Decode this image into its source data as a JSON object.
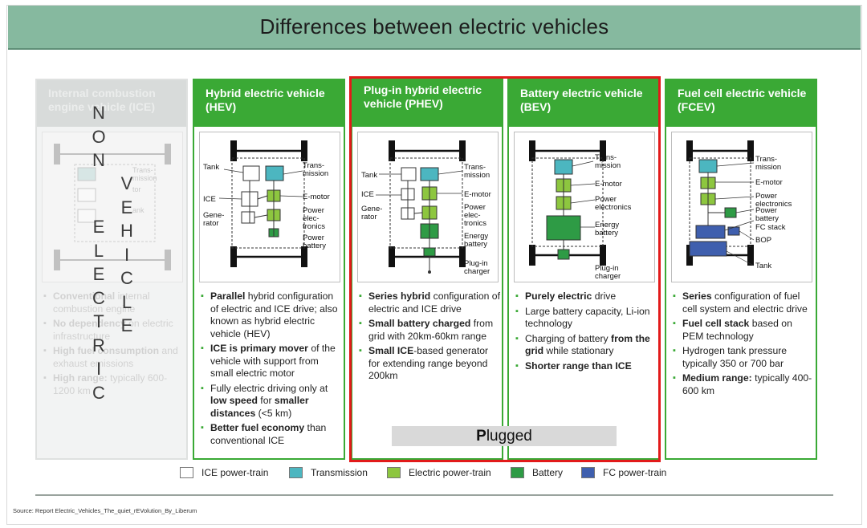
{
  "title": "Differences between electric vehicles",
  "columns": [
    {
      "id": "ice",
      "header": "Internal combustion engine vehicle (ICE)",
      "diagram_labels": [
        "Trans-",
        "mission",
        "tor",
        "ank"
      ],
      "bullets": [
        {
          "bold": "Conventional",
          "text": " internal combustion engine"
        },
        {
          "bold": "No dependency",
          "text": " on electric infrastructure"
        },
        {
          "bold": "High fuel consumption",
          "text": " and exhaust emissions"
        },
        {
          "bold": "High range:",
          "text": " typically 600-1200 km"
        }
      ]
    },
    {
      "id": "hev",
      "header": "Hybrid electric vehicle (HEV)",
      "diagram_labels": {
        "left": [
          "Tank",
          "ICE",
          "Gene-",
          "rator"
        ],
        "right": [
          "Trans-",
          "mission",
          "E-motor",
          "Power",
          "elec-",
          "tronics",
          "Power",
          "battery"
        ]
      },
      "bullets": [
        {
          "bold": "Parallel",
          "text": " hybrid configuration of electric and ICE drive; also known as hybrid electric vehicle  (HEV)"
        },
        {
          "bold": "ICE is primary mover",
          "text": " of the vehicle with support from small electric motor"
        },
        {
          "pre": "Fully electric driving only at ",
          "bold": "low speed",
          "mid": " for ",
          "bold2": "smaller distances",
          "text": " (<5 km)"
        },
        {
          "bold": "Better fuel economy",
          "text": " than conventional ICE"
        }
      ]
    },
    {
      "id": "phev",
      "header": "Plug-in hybrid electric vehicle (PHEV)",
      "diagram_labels": {
        "left": [
          "Tank",
          "ICE",
          "Gene-",
          "rator"
        ],
        "right": [
          "Trans-",
          "mission",
          "E-motor",
          "Power",
          "elec-",
          "tronics",
          "Energy",
          "battery",
          "Plug-in",
          "charger"
        ]
      },
      "bullets": [
        {
          "bold": "Series hybrid",
          "text": " configuration of electric and ICE drive"
        },
        {
          "bold": "Small battery charged",
          "text": " from grid with 20km-60km range"
        },
        {
          "bold": "Small ICE",
          "text": "-based generator for extending range beyond  200km"
        }
      ]
    },
    {
      "id": "bev",
      "header": "Battery electric vehicle (BEV)",
      "diagram_labels": {
        "right": [
          "Trans-",
          "mission",
          "E-motor",
          "Power",
          "electronics",
          "Energy",
          "battery",
          "Plug-in",
          "charger"
        ]
      },
      "bullets": [
        {
          "bold": "Purely electric",
          "text": " drive"
        },
        {
          "text": "Large battery capacity, Li-ion technology"
        },
        {
          "pre": "Charging of battery ",
          "bold": "from the grid",
          "text": " while stationary"
        },
        {
          "bold": "Shorter range than ICE",
          "text": ""
        }
      ]
    },
    {
      "id": "fcev",
      "header": "Fuel cell electric vehicle (FCEV)",
      "diagram_labels": {
        "right": [
          "Trans-",
          "mission",
          "E-motor",
          "Power",
          "electronics",
          "Power",
          "battery",
          "FC stack",
          "BOP",
          "Tank"
        ]
      },
      "bullets": [
        {
          "bold": "Series",
          "text": " configuration of fuel cell system and electric drive"
        },
        {
          "bold": "Fuel cell stack",
          "text": " based on PEM technology"
        },
        {
          "text": "Hydrogen tank pressure typically 350 or 700 bar"
        },
        {
          "bold": "Medium range:",
          "text": " typically 400-600 km"
        }
      ]
    }
  ],
  "overlay": {
    "non": [
      "N",
      "O",
      "N"
    ],
    "electric": [
      "E",
      "L",
      "E",
      "C",
      "T",
      "R",
      "I",
      "C"
    ],
    "vehicle": [
      "V",
      "E",
      "H",
      "I",
      "C",
      "L",
      "E"
    ]
  },
  "plugged": {
    "first": "P",
    "rest": "lugged"
  },
  "legend": [
    {
      "label": "ICE power-train",
      "color": "#ffffff"
    },
    {
      "label": "Transmission",
      "color": "#4cb6c0"
    },
    {
      "label": "Electric power-train",
      "color": "#8dc63f"
    },
    {
      "label": "Battery",
      "color": "#2e9b45"
    },
    {
      "label": "FC power-train",
      "color": "#3f5fae"
    }
  ],
  "source": "Source: Report Electric_Vehicles_The_quiet_rEVolution_By_Liberum"
}
